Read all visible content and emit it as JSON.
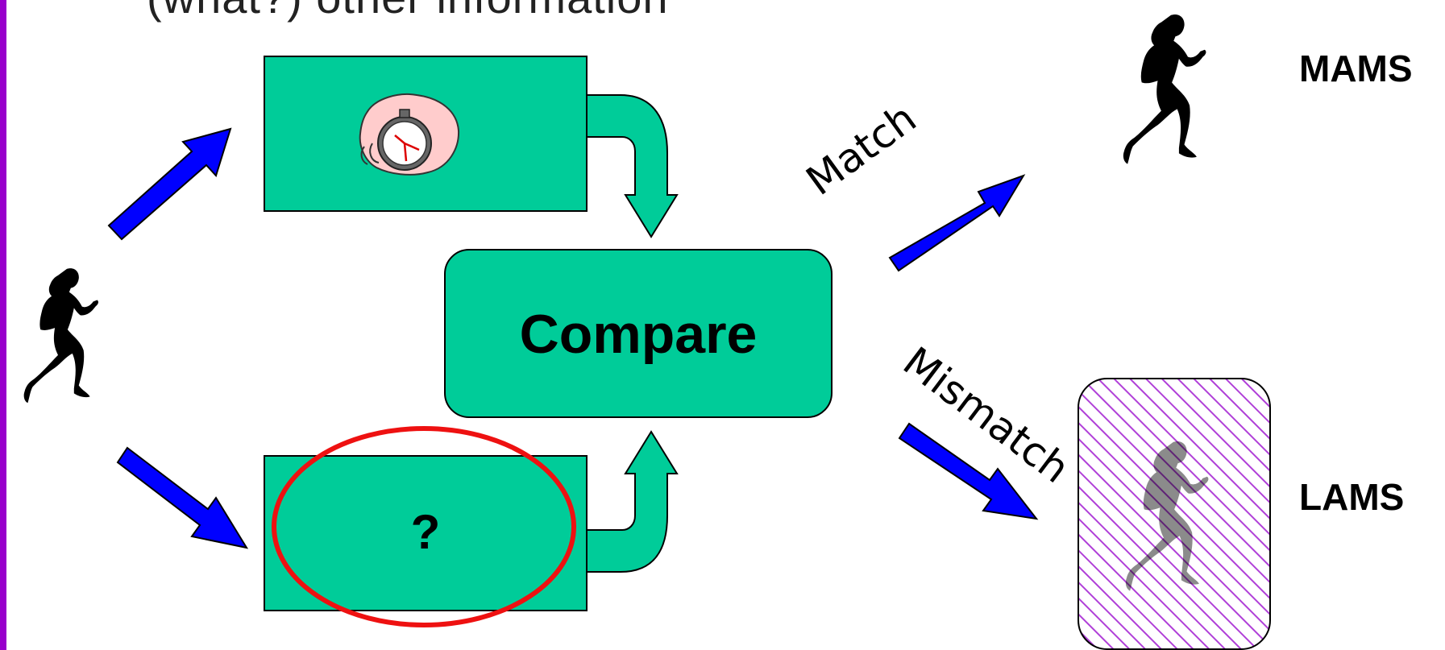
{
  "title_partial": "(what?) other information",
  "center_box": {
    "label": "Compare"
  },
  "lower_box": {
    "label": "?"
  },
  "outcomes": {
    "match_label": "Match",
    "mismatch_label": "Mismatch",
    "mams_label": "MAMS",
    "lams_label": "LAMS"
  },
  "icons": {
    "runner_input": "runner-silhouette-icon",
    "stopwatch": "stopwatch-in-hand-icon",
    "runner_mams": "runner-silhouette-icon",
    "runner_lams": "faded-runner-icon"
  },
  "colors": {
    "box_fill": "#00cc99",
    "arrow_blue": "#0000ff",
    "highlight_ellipse": "#ee1111",
    "hatch_purple": "#b040d8",
    "left_bar": "#9900cc"
  }
}
